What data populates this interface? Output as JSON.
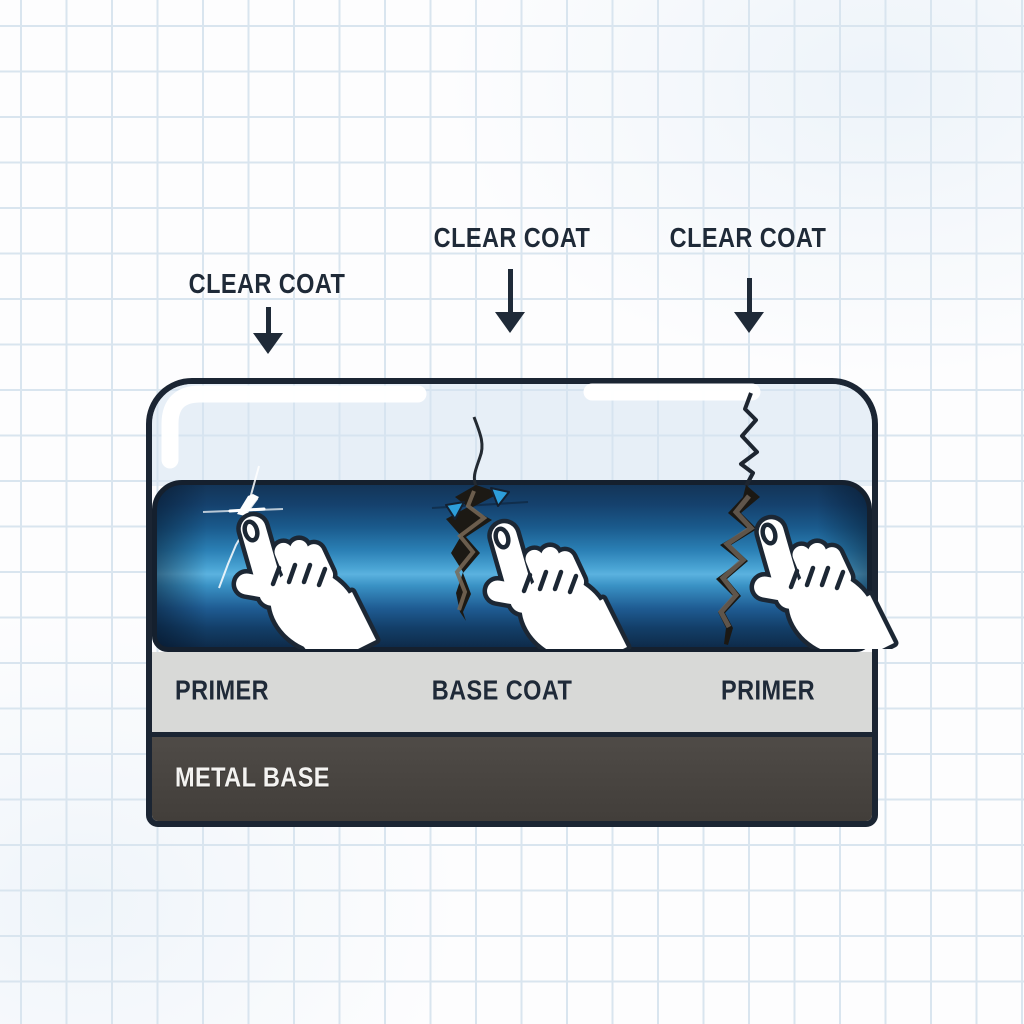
{
  "diagram": {
    "type": "paint-layer-cross-section",
    "annotations": [
      {
        "label": "CLEAR COAT"
      },
      {
        "label": "CLEAR COAT"
      },
      {
        "label": "CLEAR COAT"
      }
    ],
    "substrate_labels": [
      "PRIMER",
      "BASE COAT",
      "PRIMER"
    ],
    "base_label": "METAL BASE",
    "icons": {
      "arrow-down-icon": "solid downward arrow pointing at clear coat layer",
      "gloss-highlight": "white shine streaks on clear coat",
      "scratch-icon": "fine white surface scratch in paint",
      "crack-shallow-icon": "crack with paint chips through clear coat",
      "crack-deep-icon": "deep zigzag crack through clear coat and paint",
      "pointing-hand-icon": "white cartoon hand with index finger touching damage"
    }
  },
  "colors": {
    "ink": "#1f2a38",
    "panel_border": "#1b2533",
    "grid_line": "#d9e5ef",
    "paint_blue": "#2a7fb4",
    "paint_blue_bright": "#5bb2df",
    "paint_blue_dark": "#0e2b4a",
    "clear_coat_tint": "#dce8f2",
    "primer_gray": "#d8d9d7",
    "metal_gray": "#4b4743",
    "crack_brown": "#796a57",
    "chip_cyan": "#2d9eda",
    "hand_fill": "#ffffff"
  }
}
